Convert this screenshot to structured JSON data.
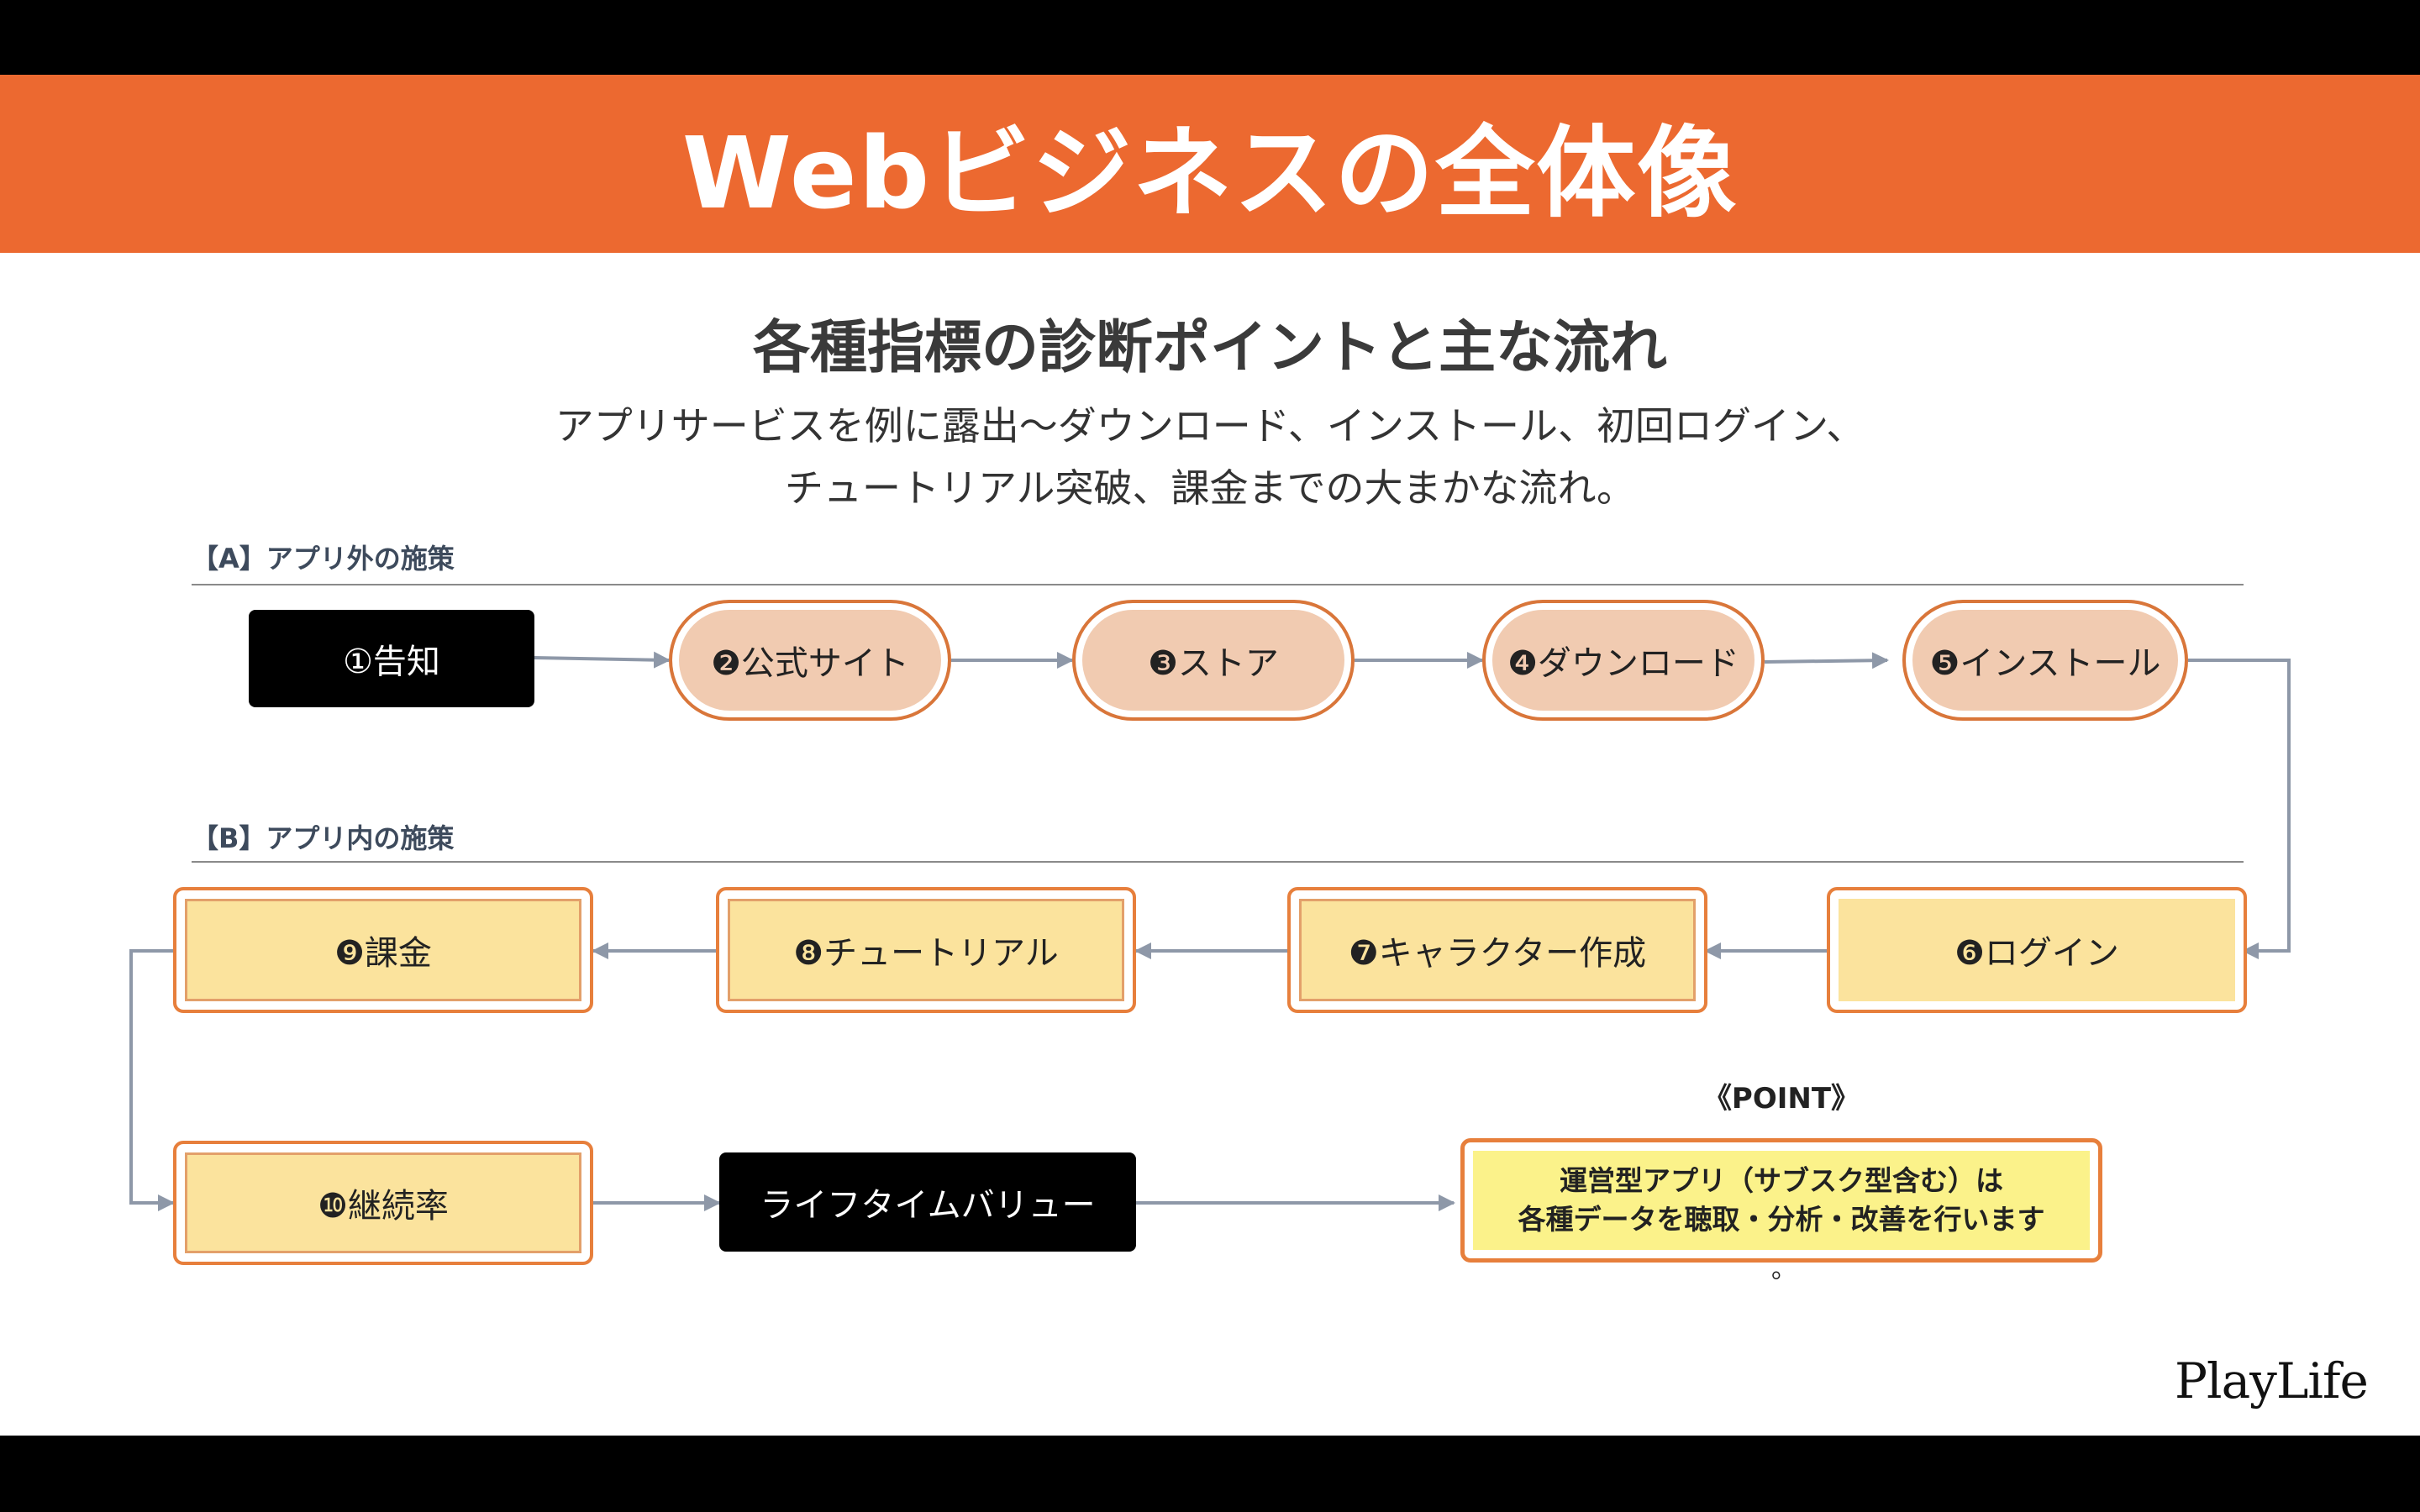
{
  "title": "Webビジネスの全体像",
  "subtitle": "各種指標の診断ポイントと主な流れ",
  "description": [
    "アプリサービスを例に露出〜ダウンロード、インストール、初回ログイン、",
    "チュートリアル突破、課金までの大まかな流れ。"
  ],
  "sections": {
    "a": "【A】アプリ外の施策",
    "b": "【B】アプリ内の施策"
  },
  "nodes": {
    "n1": "①告知",
    "n2": "❷公式サイト",
    "n3": "❸ストア",
    "n4": "❹ダウンロード",
    "n5": "❺インストール",
    "n6": "❻ログイン",
    "n7": "❼キャラクター作成",
    "n8": "❽チュートリアル",
    "n9": "❾課金",
    "n10": "❿継続率",
    "ltv": "ライフタイムバリュー"
  },
  "point": {
    "label": "《POINT》",
    "line1": "運営型アプリ（サブスク型含む）は",
    "line2": "各種データを聴取・分析・改善を行います",
    "dot": "。"
  },
  "logo": "PlayLife",
  "colors": {
    "header": "#ec6930",
    "pill_fill": "#f1cbb1",
    "rect_fill": "#fbe39d",
    "point_fill": "#fbf28a",
    "border_orange": "#e77f3c",
    "connector": "#8e98a8"
  }
}
